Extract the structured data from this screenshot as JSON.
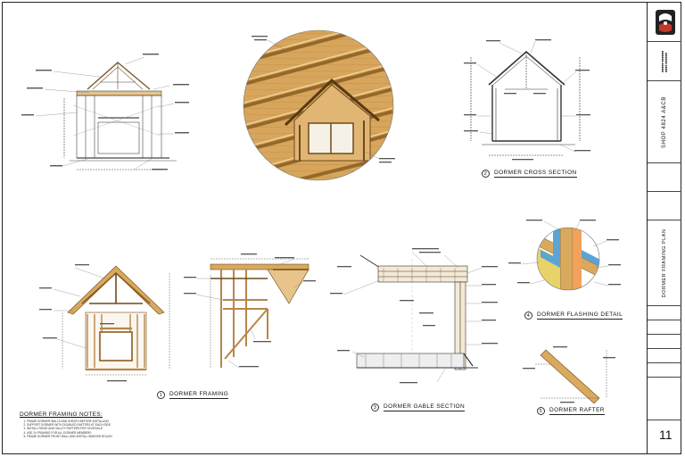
{
  "views": [
    {
      "id": "framing",
      "number": "1",
      "title": "DORMER FRAMING"
    },
    {
      "id": "cross_section",
      "number": "2",
      "title": "DORMER CROSS SECTION"
    },
    {
      "id": "gable_section",
      "number": "3",
      "title": "DORMER GABLE SECTION"
    },
    {
      "id": "flashing_detail",
      "number": "4",
      "title": "DORMER FLASHING DETAIL"
    },
    {
      "id": "rafter",
      "number": "5",
      "title": "DORMER RAFTER"
    }
  ],
  "notes": {
    "title": "DORMER FRAMING NOTES:",
    "items": [
      "FRAME DORMER WALLS AND SHEATH BEFORE INSTALLING",
      "SUPPORT DORMER WITH DOUBLED RAFTERS AT EACH SIDE",
      "INSTALL RIDGE AND VALLEY RAFTERS PER SCHEDULE",
      "USE 2x FRAMING FOR ALL DORMER MEMBERS",
      "FRAME DORMER FRONT WALL AND INSTALL WINDOW ROUGH"
    ]
  },
  "title_block": {
    "project": "SHOP 4824 A&CB",
    "sheet_title": "DORMER FRAMING PLAN",
    "sheet_number": "11"
  },
  "colors": {
    "lumber": "#d9a95e",
    "lumber_dark": "#b3813c",
    "line": "#333333",
    "flashing_blue": "#5aa4d6",
    "insulation": "#e8d36a"
  }
}
